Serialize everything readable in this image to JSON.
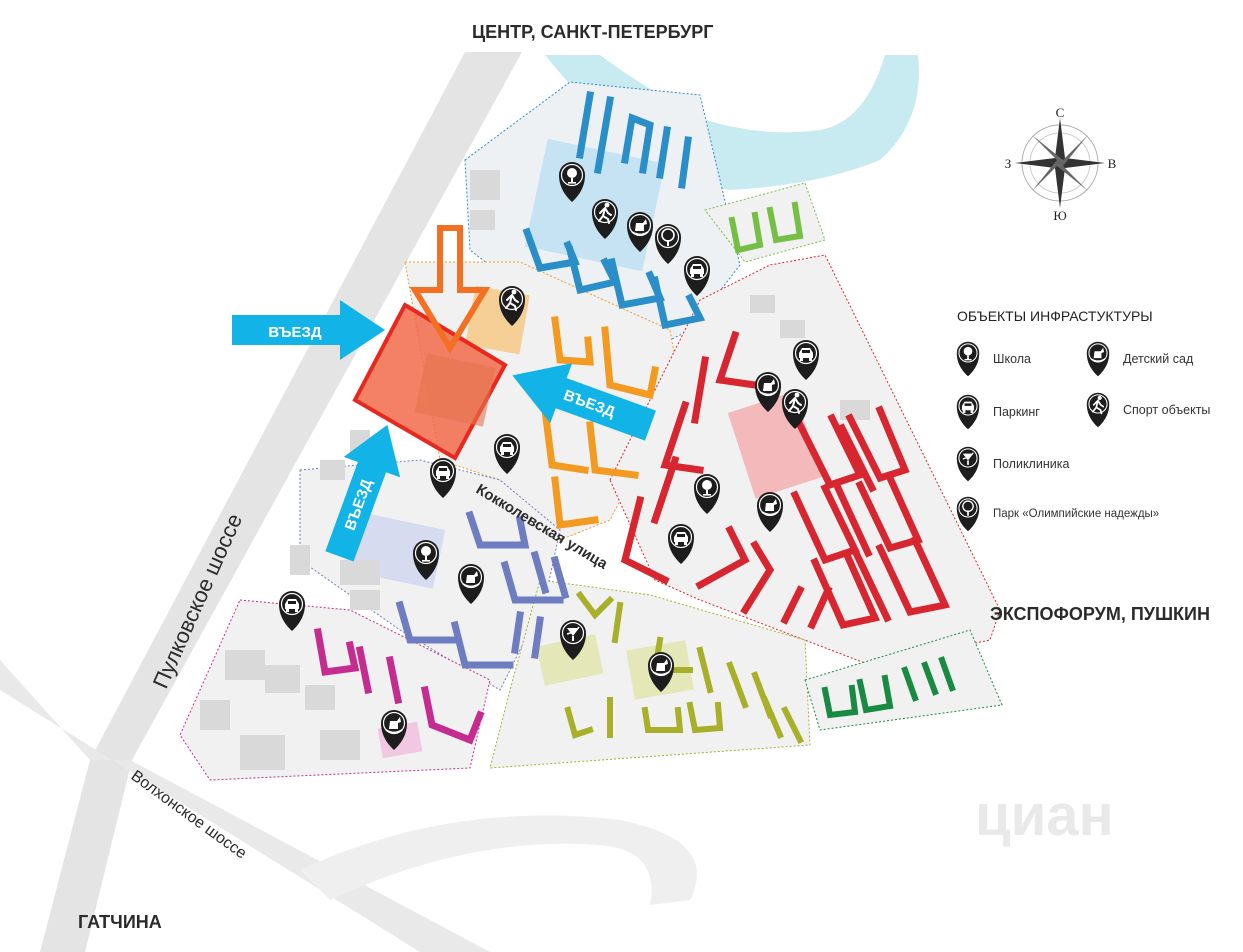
{
  "directions": {
    "north": "ЦЕНТР, САНКТ-ПЕТЕРБУРГ",
    "east": "ЭКСПОФОРУМ, ПУШКИН",
    "south_west": "ГАТЧИНА"
  },
  "roads": {
    "pulkovo": "Пулковское шоссе",
    "volkhon": "Волхонское шоссе",
    "kokkolevskaya": "Кокколевская улица"
  },
  "entrances": {
    "west": "ВЪЕЗД",
    "south": "ВЪЕЗД",
    "east": "ВЪЕЗД"
  },
  "compass": {
    "n": "С",
    "s": "Ю",
    "e": "В",
    "w": "З"
  },
  "legend": {
    "title": "ОБЪЕКТЫ ИНФРАСТУКТУРЫ",
    "items": [
      {
        "icon": "school-icon",
        "label": "Школа"
      },
      {
        "icon": "kindergarten-icon",
        "label": "Детский сад"
      },
      {
        "icon": "parking-icon",
        "label": "Паркинг"
      },
      {
        "icon": "sport-icon",
        "label": "Спорт объекты"
      },
      {
        "icon": "clinic-icon",
        "label": "Поликлиника"
      },
      {
        "icon": "park-icon",
        "label": "Парк «Олимпийские надежды»"
      }
    ]
  },
  "watermark": "циан",
  "colors": {
    "highlight": "#f26a4b",
    "highlight_border": "#e8281e",
    "arrow_orange": "#f36f21",
    "entrance_blue": "#12b4e8",
    "river": "#c8ebf2",
    "road": "#e4e4e4",
    "block_blue": "#2a8fc9",
    "block_orange": "#f39a21",
    "block_red": "#d7262f",
    "block_purple": "#6e7cc2",
    "block_magenta": "#c42d8f",
    "block_olive": "#a8b02a",
    "block_green": "#76bf45",
    "block_darkgreen": "#198a42"
  }
}
